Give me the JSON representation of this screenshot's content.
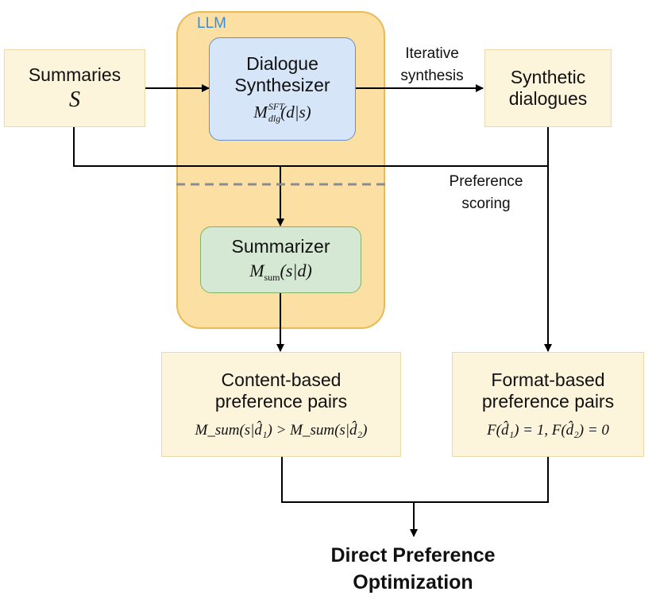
{
  "llm": {
    "label": "LLM"
  },
  "summaries": {
    "title": "Summaries",
    "symbol": "S"
  },
  "dialogue_synthesizer": {
    "line1": "Dialogue",
    "line2": "Synthesizer",
    "formula_main": "M",
    "formula_sup": "SFT",
    "formula_sub": "dlg",
    "formula_args": "(d|s)"
  },
  "synthetic_dialogues": {
    "line1": "Synthetic",
    "line2": "dialogues"
  },
  "summarizer": {
    "title": "Summarizer",
    "formula_main": "M",
    "formula_sub": "sum",
    "formula_args": "(s|d)"
  },
  "content_pairs": {
    "line1": "Content-based",
    "line2": "preference pairs",
    "formula": "M_sum(s|d̂₁) > M_sum(s|d̂₂)"
  },
  "format_pairs": {
    "line1": "Format-based",
    "line2": "preference pairs",
    "formula": "F(d̂₁) = 1, F(d̂₂) = 0"
  },
  "labels": {
    "iterative_line1": "Iterative",
    "iterative_line2": "synthesis",
    "preference_line1": "Preference",
    "preference_line2": "scoring"
  },
  "output": {
    "line1": "Direct Preference",
    "line2": "Optimization"
  },
  "colors": {
    "llm_fill": "#fbdfa3",
    "llm_border": "#e8bb55",
    "llm_label": "#3b8ed6",
    "cream_fill": "#fdf4dc",
    "synth_fill": "#d6e5f8",
    "synth_border": "#6c8ebf",
    "summarizer_fill": "#d5e8d4",
    "summarizer_border": "#82b366"
  }
}
